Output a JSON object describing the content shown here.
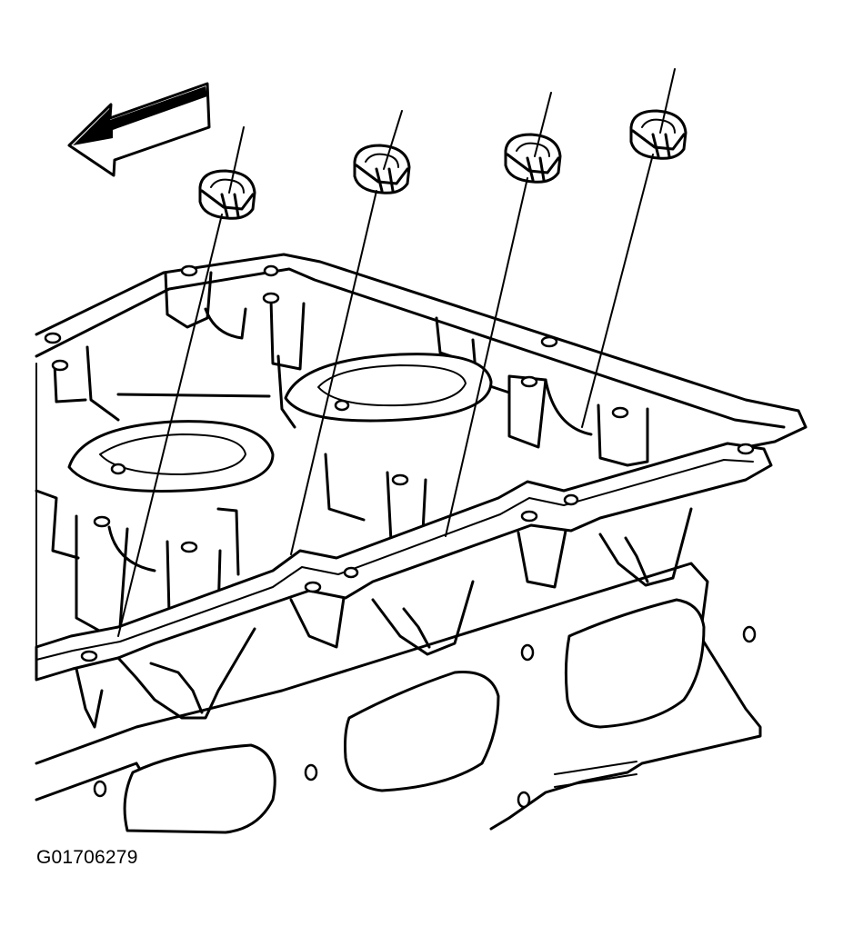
{
  "figure": {
    "id_label": "G01706279",
    "subject": "cylinder-head-with-intake-gasket",
    "callout_count": 4
  },
  "colors": {
    "ink": "#000000",
    "paper": "#ffffff"
  },
  "icons": [
    "direction-arrow-icon",
    "seal-icon"
  ]
}
